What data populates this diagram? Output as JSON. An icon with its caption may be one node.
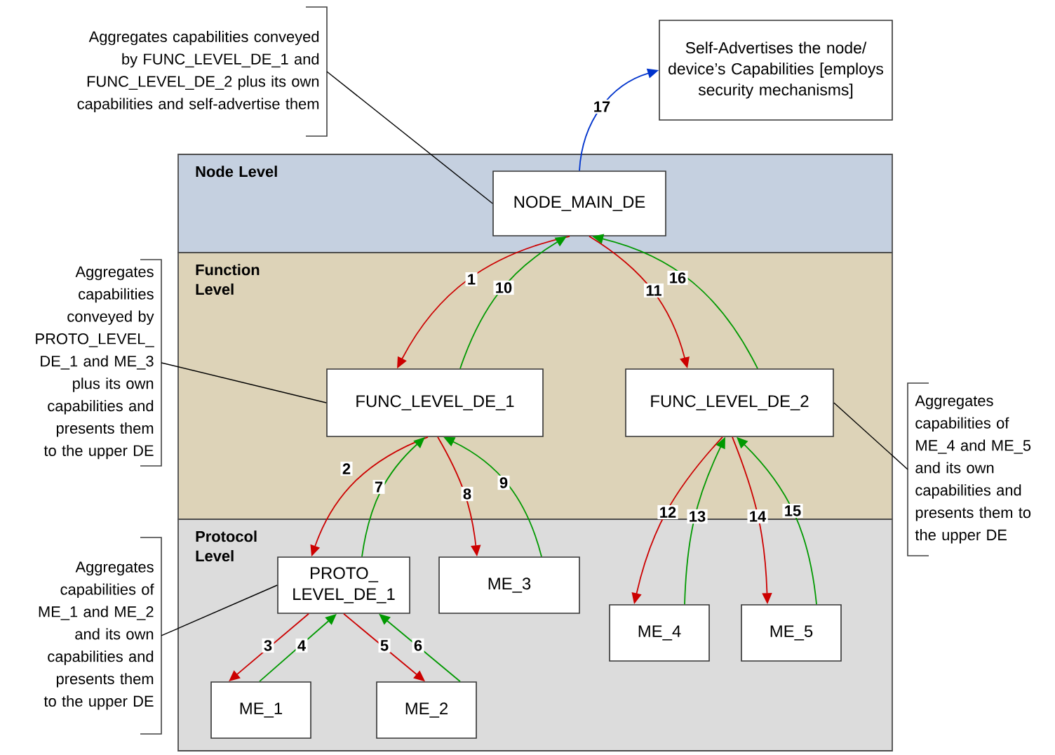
{
  "diagram": {
    "nodes": [
      {
        "text": [
          "Node Level"
        ]
      },
      {
        "text": [
          "NODE_MAIN_DE"
        ],
        "in": 0
      },
      {
        "text": [
          "Function Level"
        ]
      },
      {
        "text": [
          "FUNC_LEVEL_DE_1"
        ],
        "in": 2
      },
      {
        "text": [
          "FUNC_LEVEL_DE_2"
        ],
        "in": 2
      },
      {
        "text": [
          "Protocol Level"
        ]
      },
      {
        "text": [
          "PROTO_ LEVEL_DE_1"
        ],
        "in": 5
      },
      {
        "text": [
          "ME_3"
        ],
        "in": 5
      },
      {
        "text": [
          "ME_4"
        ],
        "in": 5
      },
      {
        "text": [
          "ME_5"
        ],
        "in": 5
      },
      {
        "text": [
          "ME_1"
        ],
        "in": 5
      },
      {
        "text": [
          "ME_2"
        ],
        "in": 5
      },
      {
        "text": [
          "Self-Advertises the node/ device’s Capabilities [employs security mechanisms]"
        ]
      },
      {
        "text": [
          "Aggregates capabilities conveyed by FUNC_LEVEL_DE_1 and FUNC_LEVEL_DE_2 plus its own capabilities and self-advertise them"
        ]
      },
      {
        "text": [
          "Aggregates capabilities conveyed by PROTO_LEVEL_ DE_1 and ME_3 plus its own capabilities and presents them to the upper DE"
        ]
      },
      {
        "text": [
          "Aggregates capabilities of ME_1 and ME_2 and its own capabilities and presents them to the upper DE"
        ]
      },
      {
        "text": [
          "Aggregates capabilities of ME_4 and ME_5 and its own capabilities and presents them to the upper DE"
        ]
      }
    ],
    "edges": [
      {
        "from": 1,
        "to": 3,
        "arrow": "to",
        "label": "1",
        "color": "#cc0000"
      },
      {
        "from": 3,
        "to": 6,
        "arrow": "to",
        "label": "2",
        "color": "#cc0000"
      },
      {
        "from": 6,
        "to": 10,
        "arrow": "to",
        "label": "3",
        "color": "#cc0000"
      },
      {
        "from": 10,
        "to": 6,
        "arrow": "to",
        "label": "4",
        "color": "#009900"
      },
      {
        "from": 6,
        "to": 11,
        "arrow": "to",
        "label": "5",
        "color": "#cc0000"
      },
      {
        "from": 11,
        "to": 6,
        "arrow": "to",
        "label": "6",
        "color": "#009900"
      },
      {
        "from": 6,
        "to": 3,
        "arrow": "to",
        "label": "7",
        "color": "#009900"
      },
      {
        "from": 3,
        "to": 7,
        "arrow": "to",
        "label": "8",
        "color": "#cc0000"
      },
      {
        "from": 7,
        "to": 3,
        "arrow": "to",
        "label": "9",
        "color": "#009900"
      },
      {
        "from": 3,
        "to": 1,
        "arrow": "to",
        "label": "10",
        "color": "#009900"
      },
      {
        "from": 1,
        "to": 4,
        "arrow": "to",
        "label": "11",
        "color": "#cc0000"
      },
      {
        "from": 4,
        "to": 8,
        "arrow": "to",
        "label": "12",
        "color": "#cc0000"
      },
      {
        "from": 8,
        "to": 4,
        "arrow": "to",
        "label": "13",
        "color": "#009900"
      },
      {
        "from": 4,
        "to": 9,
        "arrow": "to",
        "label": "14",
        "color": "#cc0000"
      },
      {
        "from": 9,
        "to": 4,
        "arrow": "to",
        "label": "15",
        "color": "#009900"
      },
      {
        "from": 4,
        "to": 1,
        "arrow": "to",
        "label": "16",
        "color": "#009900"
      },
      {
        "from": 1,
        "to": 12,
        "arrow": "to",
        "label": "17",
        "color": "#0033cc"
      },
      {
        "from": 13,
        "to": 1,
        "arrow": "none",
        "color": "#000000"
      },
      {
        "from": 14,
        "to": 3,
        "arrow": "none",
        "color": "#000000"
      },
      {
        "from": 15,
        "to": 6,
        "arrow": "none",
        "color": "#000000"
      },
      {
        "from": 16,
        "to": 4,
        "arrow": "none",
        "color": "#000000"
      }
    ]
  }
}
